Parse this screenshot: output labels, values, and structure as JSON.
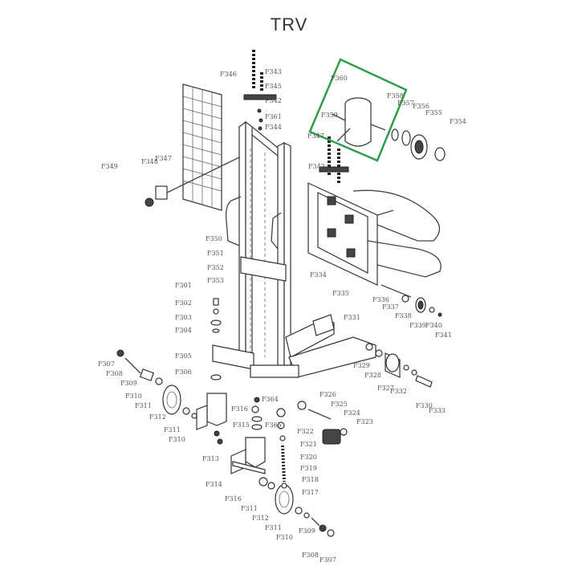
{
  "title": "TRV",
  "highlight_color": "#2e9e4a",
  "labels": [
    "F343",
    "F345",
    "F342",
    "F361",
    "F344",
    "F346",
    "F360",
    "F358",
    "F357",
    "F356",
    "F355",
    "F354",
    "F359",
    "F347",
    "F348",
    "F349",
    "F347",
    "F342",
    "F350",
    "F351",
    "F352",
    "F353",
    "F334",
    "F335",
    "F336",
    "F337",
    "F338",
    "F339",
    "F340",
    "F341",
    "F301",
    "F302",
    "F303",
    "F304",
    "F305",
    "F306",
    "F331",
    "F329",
    "F328",
    "F327",
    "F326",
    "F325",
    "F324",
    "F323",
    "F330",
    "F333",
    "F332",
    "F307",
    "F308",
    "F309",
    "F310",
    "F311",
    "F312",
    "F311",
    "F310",
    "F316",
    "F315",
    "F365",
    "F364",
    "F322",
    "F321",
    "F320",
    "F319",
    "F318",
    "F317",
    "F313",
    "F314",
    "F316",
    "F311",
    "F312",
    "F311",
    "F310",
    "F309",
    "F308",
    "F307"
  ]
}
